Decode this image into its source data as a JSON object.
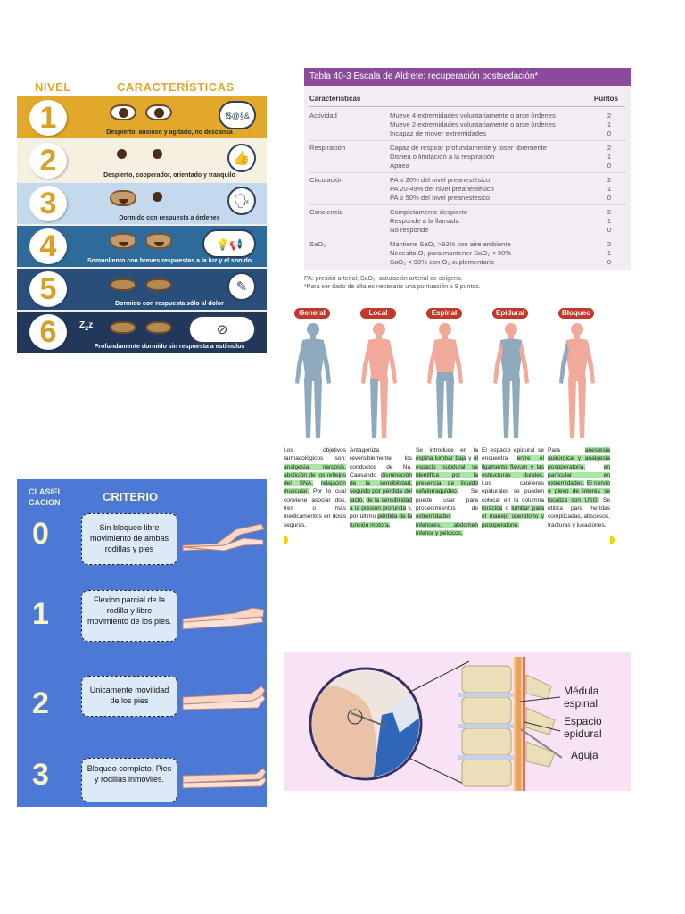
{
  "ramsay": {
    "header": {
      "level": "NIVEL",
      "characteristics": "CARACTERÍSTICAS"
    },
    "rows": [
      {
        "level": "1",
        "text": "Despierto, ansioso y agitado, no descansa",
        "icon": "!$@§&",
        "bg": "#e2a82a"
      },
      {
        "level": "2",
        "text": "Despierto, cooperador, orientado y tranquilo",
        "icon": "👍",
        "bg": "#f6f0e1"
      },
      {
        "level": "3",
        "text": "Dormido con respuesta a órdenes",
        "icon": "🗣",
        "bg": "#c5d9ec"
      },
      {
        "level": "4",
        "text": "Somnoliento con breves respuestas a la luz y el sonido",
        "icon": "💡📢",
        "bg": "#2e6b9a"
      },
      {
        "level": "5",
        "text": "Dormido con respuesta sólo al dolor",
        "icon": "✎",
        "bg": "#2a4e7a"
      },
      {
        "level": "6",
        "text": "Profundamente dormido sin respuesta a estímulos",
        "icon": "⊘",
        "bg": "#22385a"
      }
    ]
  },
  "aldrete": {
    "title": "Tabla 40-3   Escala de Aldrete: recuperación postsedación*",
    "col_characteristics": "Características",
    "col_points": "Puntos",
    "groups": [
      {
        "name": "Actividad",
        "items": [
          {
            "text": "Mueve 4 extremidades voluntariamente o ante órdenes",
            "points": "2"
          },
          {
            "text": "Mueve 2 extremidades voluntariamente o ante órdenes",
            "points": "1"
          },
          {
            "text": "Incapaz de mover extremidades",
            "points": "0"
          }
        ]
      },
      {
        "name": "Respiración",
        "items": [
          {
            "text": "Capaz de respirar profundamente y toser libremente",
            "points": "2"
          },
          {
            "text": "Disnea o limitación a la respiración",
            "points": "1"
          },
          {
            "text": "Apnea",
            "points": "0"
          }
        ]
      },
      {
        "name": "Circulación",
        "items": [
          {
            "text": "PA ≤ 20% del nivel preanestésico",
            "points": "2"
          },
          {
            "text": "PA 20-49% del nivel preanestésico",
            "points": "1"
          },
          {
            "text": "PA ≥ 50% del nivel preanestésico",
            "points": "0"
          }
        ]
      },
      {
        "name": "Conciencia",
        "items": [
          {
            "text": "Completamente despierto",
            "points": "2"
          },
          {
            "text": "Responde a la llamada",
            "points": "1"
          },
          {
            "text": "No responde",
            "points": "0"
          }
        ]
      },
      {
        "name": "SaO₂",
        "items": [
          {
            "text": "Mantiene SaO₂ >92% con aire ambiente",
            "points": "2"
          },
          {
            "text": "Necesita O₂ para mantener SaO₂ < 90%",
            "points": "1"
          },
          {
            "text": "SaO₂ < 90% con O₂ suplementario",
            "points": "0"
          }
        ]
      }
    ],
    "footnote1": "PA: presión arterial; SaO₂: saturación arterial de oxígeno.",
    "footnote2": "*Para ser dado de alta es necesario una puntuación ≥ 9 puntos."
  },
  "anesthesia": {
    "columns": [
      {
        "label": "General",
        "text": "Los objetivos farmacológicos son: analgesia, narcosis, abolición de los reflejos del SNA, relajación muscular. Por lo cual conviene asociar dos, tres o más medicamentos en dosis seguras."
      },
      {
        "label": "Local",
        "text": "Antagoniza reversiblemente los conductos de Na. Causando disminución de la sensibilidad, seguido por pérdida del tacto, de la sensibilidad a la presión profunda y, por último pérdida de la función motora."
      },
      {
        "label": "Espinal",
        "text": "Se introduce en la espina lumbar baja y el espacio subdural se identifica por la presencia de líquido cefalorraquídeo. Se puede usar para procedimientos de extremidades inferiores, abdomen inferior y pélvicos."
      },
      {
        "label": "Epidural",
        "text": "El espacio epidural se encuentra entre el ligamento flavum y las estructuras durales. Los catéteres epidurales se pueden colocar en la columna torácica o lumbar para el manejo operatorio y posoperatorio."
      },
      {
        "label": "Bloqueo",
        "text": "Para anestesia quirúrgica y analgesia posoperatoria, en particular en extremidades. El nervio o plexo de interés se localiza con USG. Se utiliza para heridas complicadas, abscesos, fracturas y luxaciones."
      }
    ]
  },
  "bromage": {
    "header_left": "CLASIFI CACION",
    "header_right": "CRITERIO",
    "rows": [
      {
        "num": "0",
        "text": "Sin bloqueo libre movimiento de ambas rodillas y pies"
      },
      {
        "num": "1",
        "text": "Flexion parcial de la rodilla y libre movimiento de los pies."
      },
      {
        "num": "2",
        "text": "Unicamente movilidad de los pies"
      },
      {
        "num": "3",
        "text": "Bloqueo completo. Pies y rodillas inmoviles."
      }
    ]
  },
  "spine": {
    "label_cord": "Médula espinal",
    "label_space": "Espacio epidural",
    "label_needle": "Aguja"
  }
}
